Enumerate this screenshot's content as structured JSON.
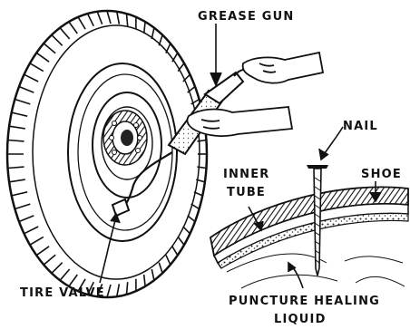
{
  "labels": {
    "grease_gun": "GREASE GUN",
    "nail": "NAIL",
    "inner_tube_line1": "INNER",
    "inner_tube_line2": "TUBE",
    "shoe": "SHOE",
    "tire_valve": "TIRE VALVE",
    "puncture_line1": "PUNCTURE HEALING",
    "puncture_line2": "LIQUID"
  }
}
